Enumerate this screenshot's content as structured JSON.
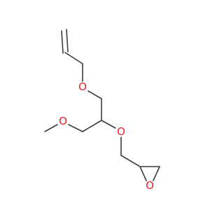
{
  "molecule": {
    "oxygen_labels": [
      "O",
      "O",
      "O",
      "O"
    ],
    "colors": {
      "bond": "#3c3c3c",
      "oxygen": "#e8222a",
      "background": "#ffffff"
    }
  }
}
